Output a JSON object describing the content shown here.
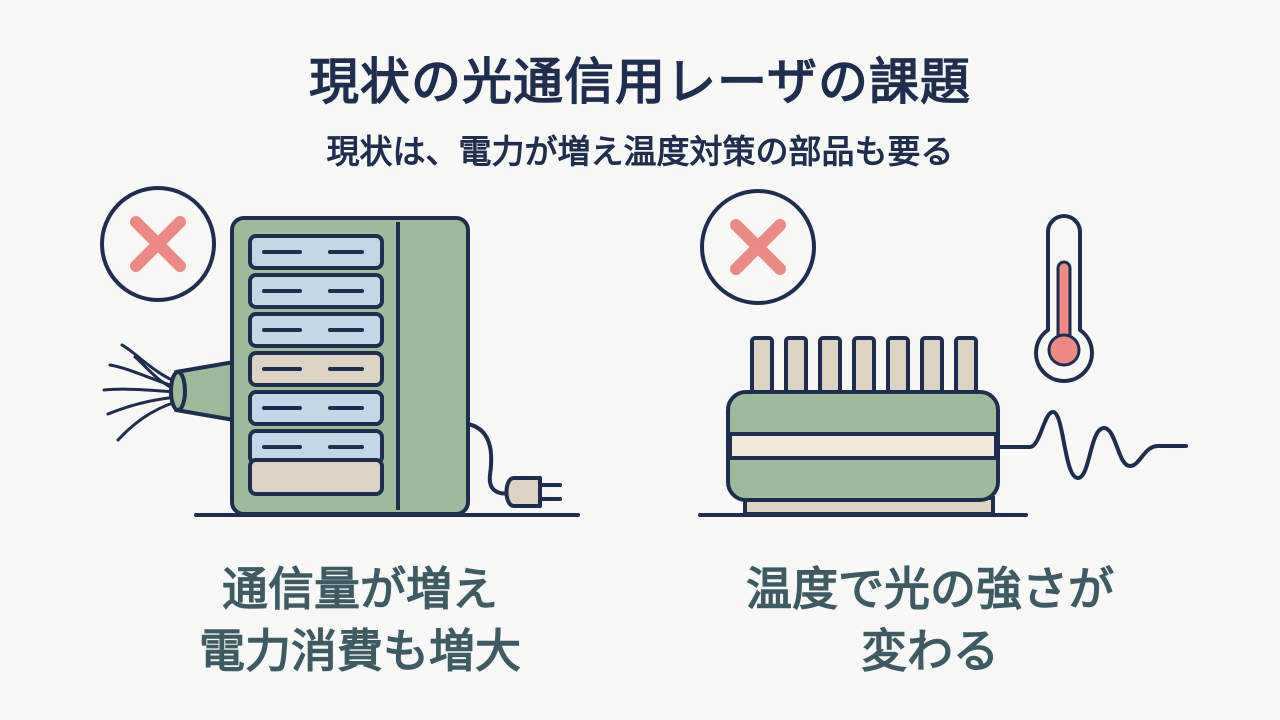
{
  "header": {
    "title": "現状の光通信用レーザの課題",
    "subtitle": "現状は、電力が増え温度対策の部品も要る"
  },
  "left_panel": {
    "status_icon": "x-mark-icon",
    "illustration": "server-rack-with-fiber-cable-and-power-plug",
    "caption_line1": "通信量が増え",
    "caption_line2": "電力消費も増大"
  },
  "right_panel": {
    "status_icon": "x-mark-icon",
    "illustration": "laser-module-with-thermometer-and-wave",
    "caption_line1": "温度で光の強さが",
    "caption_line2": "変わる"
  },
  "colors": {
    "navy": "#1f2e4f",
    "sage": "#9dbb9a",
    "light_blue": "#c3d8e6",
    "beige": "#dcd3c3",
    "cross_red": "#ee8a85",
    "caption_teal": "#3e5a63"
  }
}
